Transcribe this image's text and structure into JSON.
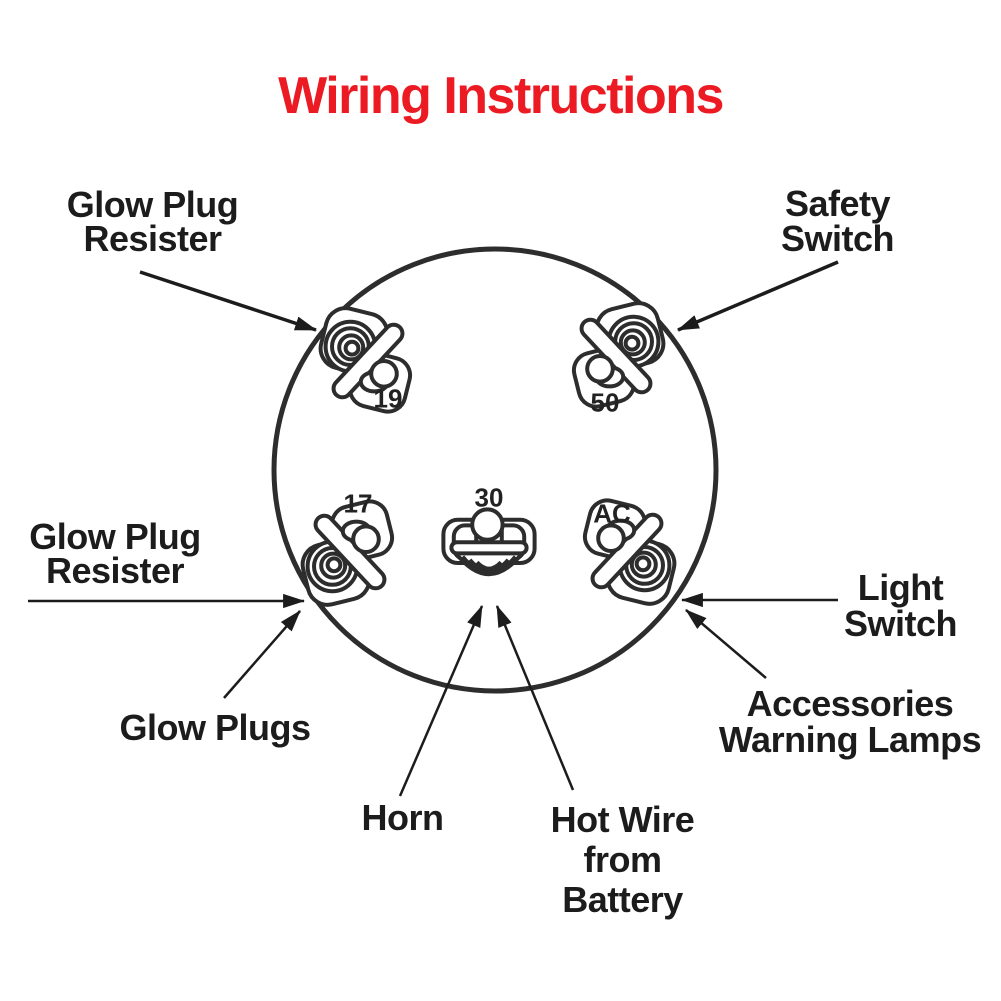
{
  "title": {
    "text": "Wiring Instructions"
  },
  "labels": {
    "glow_plug_resister_top": {
      "line1": "Glow Plug",
      "line2": "Resister"
    },
    "safety_switch": {
      "line1": "Safety",
      "line2": "Switch"
    },
    "glow_plug_resister_left": {
      "line1": "Glow Plug",
      "line2": "Resister"
    },
    "glow_plugs": {
      "line1": "Glow Plugs"
    },
    "light_switch": {
      "line1": "Light",
      "line2": "Switch"
    },
    "accessories_warning_lamps": {
      "line1": "Accessories",
      "line2": "Warning Lamps"
    },
    "horn": {
      "line1": "Horn"
    },
    "hot_wire_from_battery": {
      "line1": "Hot Wire",
      "line2": "from",
      "line3": "Battery"
    }
  },
  "terminals": {
    "t19": "19",
    "t50": "50",
    "t17": "17",
    "t30": "30",
    "tac": "AC"
  },
  "colors": {
    "title_red": "#ec1b23",
    "ink": "#1c1c1c",
    "diagram_stroke": "#2d2d2d",
    "background": "#ffffff"
  }
}
